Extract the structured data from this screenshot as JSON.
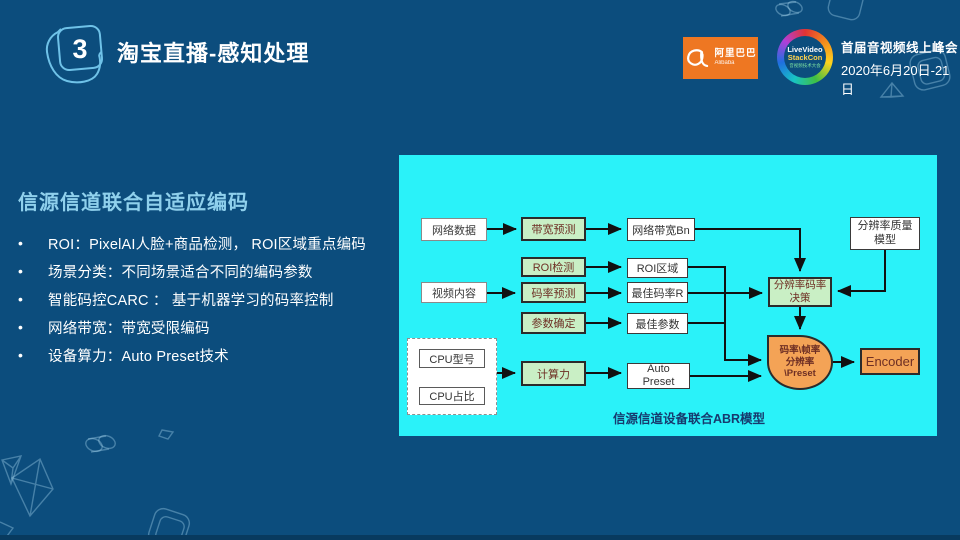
{
  "colors": {
    "background": "#0c4d7d",
    "panel": "#2af2f9",
    "green_box": "#c9efc5",
    "orange_box": "#f4a356",
    "heading_accent": "#8fd0ec",
    "alibaba_orange": "#ee7722"
  },
  "header": {
    "slide_number": "3",
    "title": "淘宝直播-感知处理",
    "alibaba": {
      "cn": "阿里巴巴",
      "en": "Alibaba"
    },
    "lvs": {
      "line1": "LiveVideo",
      "line2": "StackCon",
      "line3": "音视频技术大会"
    },
    "conference_title": "首届音视频线上峰会",
    "conference_date": "2020年6月20日-21日"
  },
  "content": {
    "heading": "信源信道联合自适应编码",
    "bullet_mark": "•",
    "bullets": [
      "ROI：PixelAI人脸+商品检测， ROI区域重点编码",
      "场景分类：不同场景适合不同的编码参数",
      "智能码控CARC ： 基于机器学习的码率控制",
      "网络带宽：带宽受限编码",
      "设备算力：Auto Preset技术"
    ]
  },
  "diagram": {
    "caption": "信源信道设备联合ABR模型",
    "nodes": {
      "network_data": "网络数据",
      "bandwidth_pred": "带宽预测",
      "network_bandwidth": "网络带宽Bn",
      "res_quality_model": "分辨率质量\n模型",
      "roi_detect": "ROI检测",
      "roi_region": "ROI区域",
      "video_content": "视频内容",
      "bitrate_pred": "码率预测",
      "best_bitrate": "最佳码率R",
      "param_confirm": "参数确定",
      "best_param": "最佳参数",
      "res_bitrate_decision": "分辨率码率\n决策",
      "cpu_model": "CPU型号",
      "cpu_usage": "CPU占比",
      "compute_power": "计算力",
      "auto_preset": "Auto\nPreset",
      "output_params": "码率\\帧率\n分辨率\n\\Preset",
      "encoder": "Encoder"
    }
  }
}
